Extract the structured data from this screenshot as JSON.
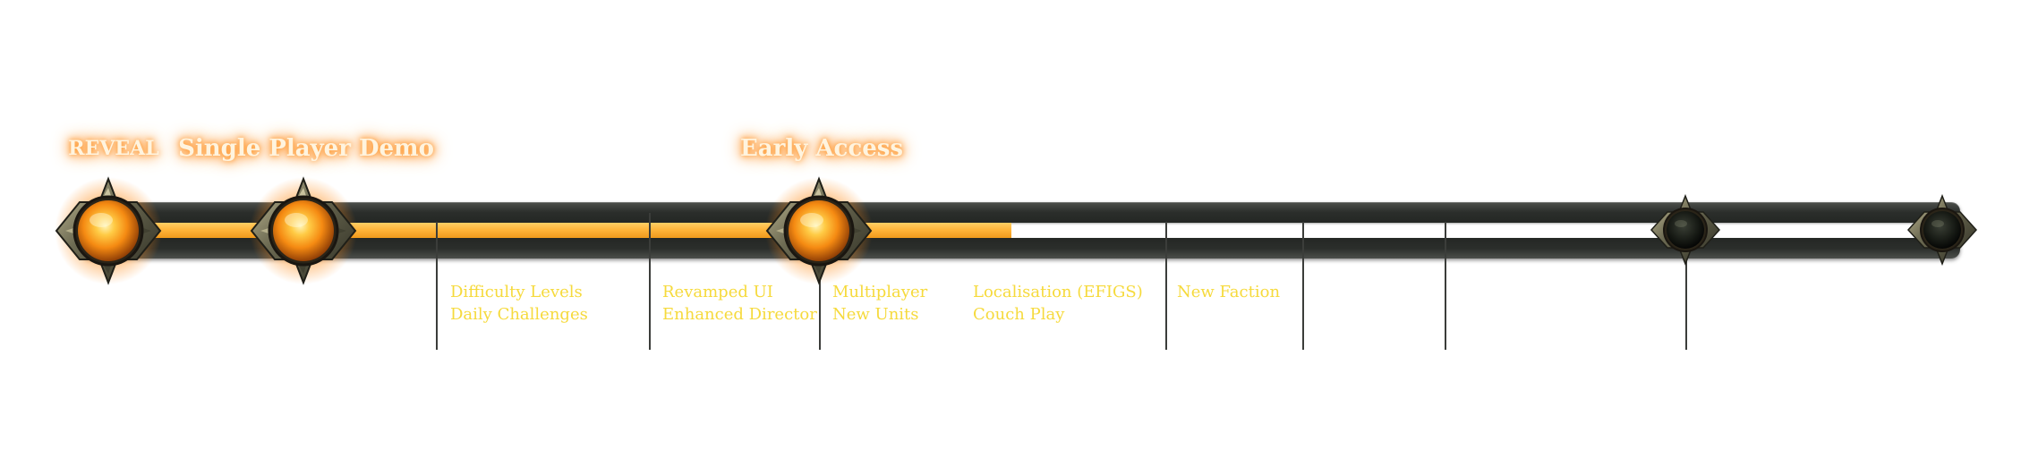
{
  "milestones": [
    {
      "title": "REVEAL",
      "active": true
    },
    {
      "title": "Single Player Demo",
      "active": true
    },
    {
      "title": "Early Access",
      "active": true
    },
    {
      "title": "",
      "active": false
    },
    {
      "title": "",
      "active": false
    }
  ],
  "features": [
    {
      "lines": [
        "Difficulty Levels",
        "Daily Challenges"
      ]
    },
    {
      "lines": [
        "Revamped UI",
        "Enhanced Director"
      ]
    },
    {
      "lines": [
        "Multiplayer",
        "New Units"
      ]
    },
    {
      "lines": [
        "Localisation (EFIGS)",
        "Couch Play"
      ]
    },
    {
      "lines": [
        "New Faction"
      ]
    }
  ],
  "progress": {
    "fraction": 0.495
  },
  "colors": {
    "progress_fill": "#ffb53b",
    "feature_text": "#f6da3c",
    "title_glow": "#ff8b1e",
    "track_dark": "#1f221f"
  },
  "icons": {
    "active_node": "glowing-orb-icon",
    "inactive_node": "dark-orb-icon"
  }
}
